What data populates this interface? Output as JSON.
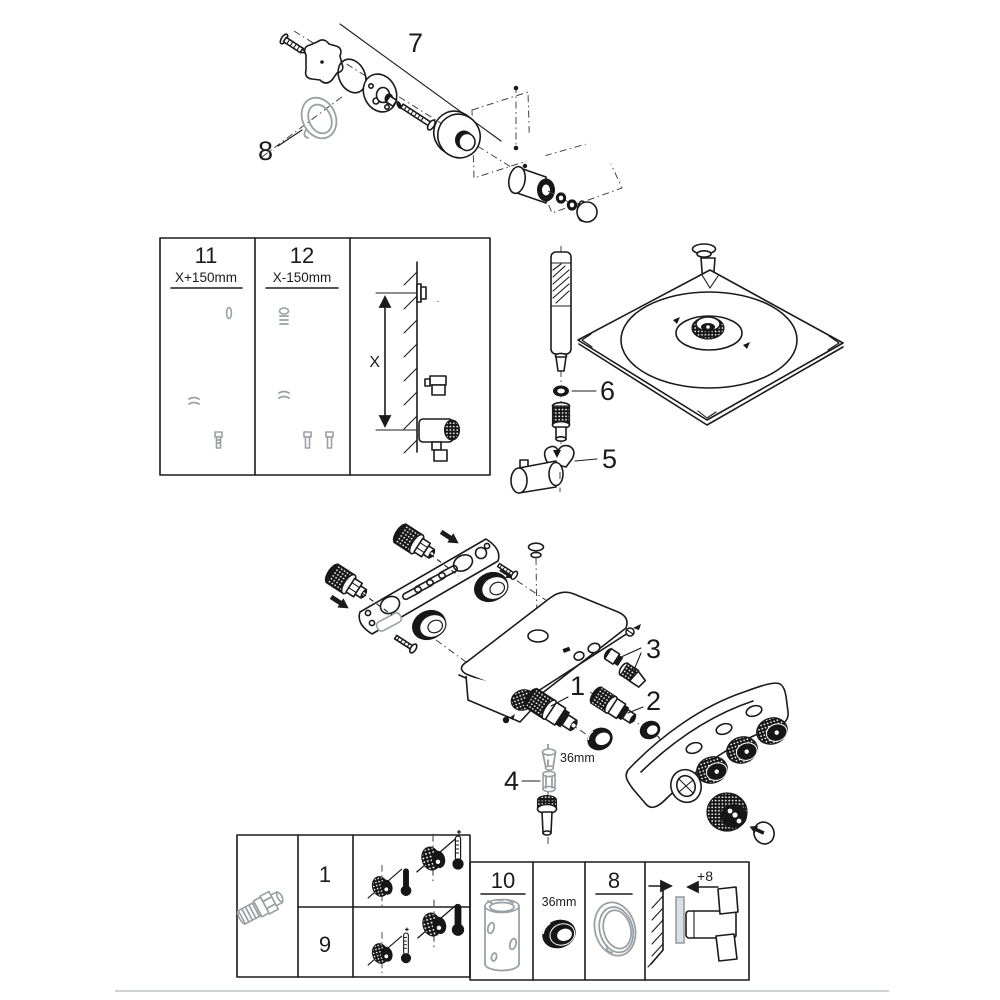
{
  "diagram": {
    "description": "Exploded spare-parts diagram of a thermostatic shower system with square head shower, hand shower, shower rail and wall-mounted thermostat",
    "callouts": {
      "part1": "1",
      "part2": "2",
      "part3": "3",
      "part4": "4",
      "part5": "5",
      "part6": "6",
      "part7": "7",
      "part8": "8"
    },
    "valve_ring_dimension": "36mm",
    "inset_pipes": {
      "col1_number": "11",
      "col1_dimension": "X+150mm",
      "col2_number": "12",
      "col2_dimension": "X-150mm",
      "wall_dimension": "X"
    },
    "inset_parts": {
      "row1_number": "1",
      "row2_number": "9",
      "sleeve_number": "10",
      "ring_dimension": "36mm",
      "seal_number": "8",
      "wall_offset_dimension": "+8"
    }
  }
}
